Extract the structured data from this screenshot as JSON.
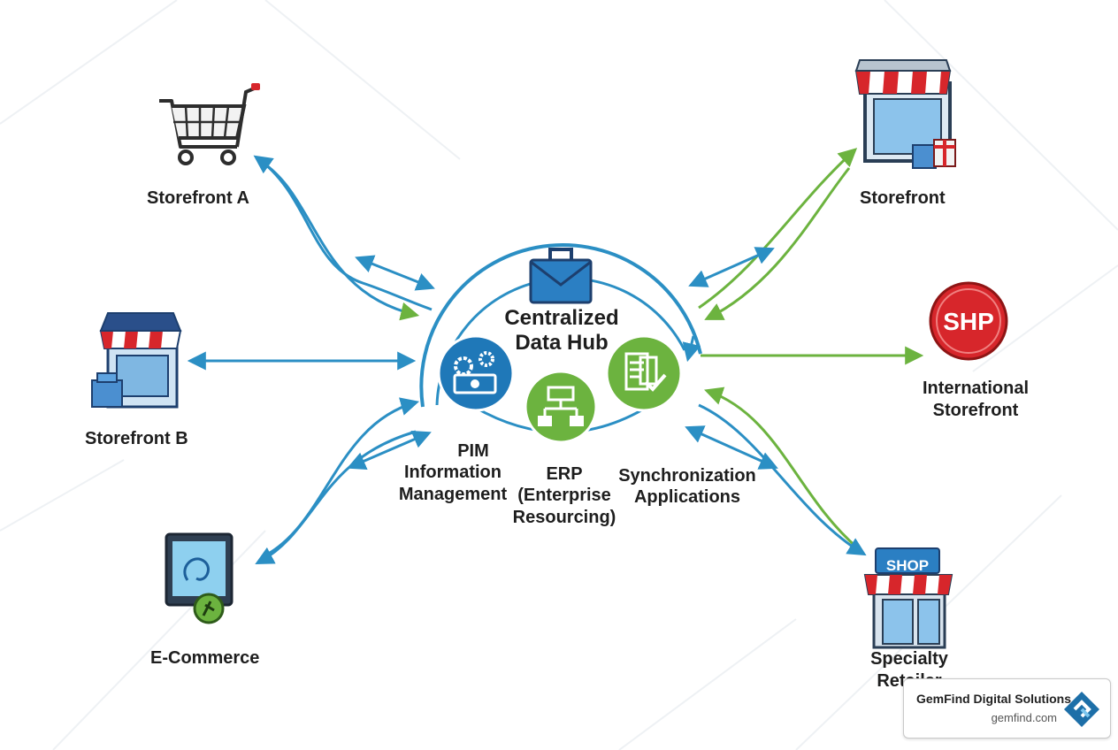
{
  "nodes": {
    "storefront_a": "Storefront A",
    "storefront_b": "Storefront B",
    "ecommerce": "E-Commerce",
    "storefront": "Storefront",
    "international": "International\nStorefront",
    "international_l1": "International",
    "international_l2": "Storefront",
    "specialty_l1": "Specialty",
    "specialty_l2": "Retailer"
  },
  "hub": {
    "title_l1": "Centralized",
    "title_l2": "Data Hub",
    "pim": [
      "PIM",
      "Information",
      "Management"
    ],
    "erp": [
      "ERP",
      "(Enterprise",
      "Resourcing)"
    ],
    "sync": [
      "Synchronization",
      "Applications"
    ]
  },
  "badges": {
    "shp": "SHP",
    "shop": "SHOP"
  },
  "brand": {
    "name": "GemFind Digital Solutions",
    "url": "gemfind.com"
  },
  "colors": {
    "blue": "#2b8fc4",
    "green": "#6cb33f",
    "dark_blue": "#1d6fa8",
    "red": "#d7262b"
  },
  "icons": {
    "storefront_a": "shopping-cart-icon",
    "storefront_b": "shop-awning-icon",
    "ecommerce": "monitor-icon",
    "storefront": "shop-window-icon",
    "international": "shp-badge-icon",
    "specialty": "shop-sign-icon",
    "hub": "briefcase-icon",
    "pim": "gears-icon",
    "erp": "network-icon",
    "sync": "checklist-icon"
  }
}
